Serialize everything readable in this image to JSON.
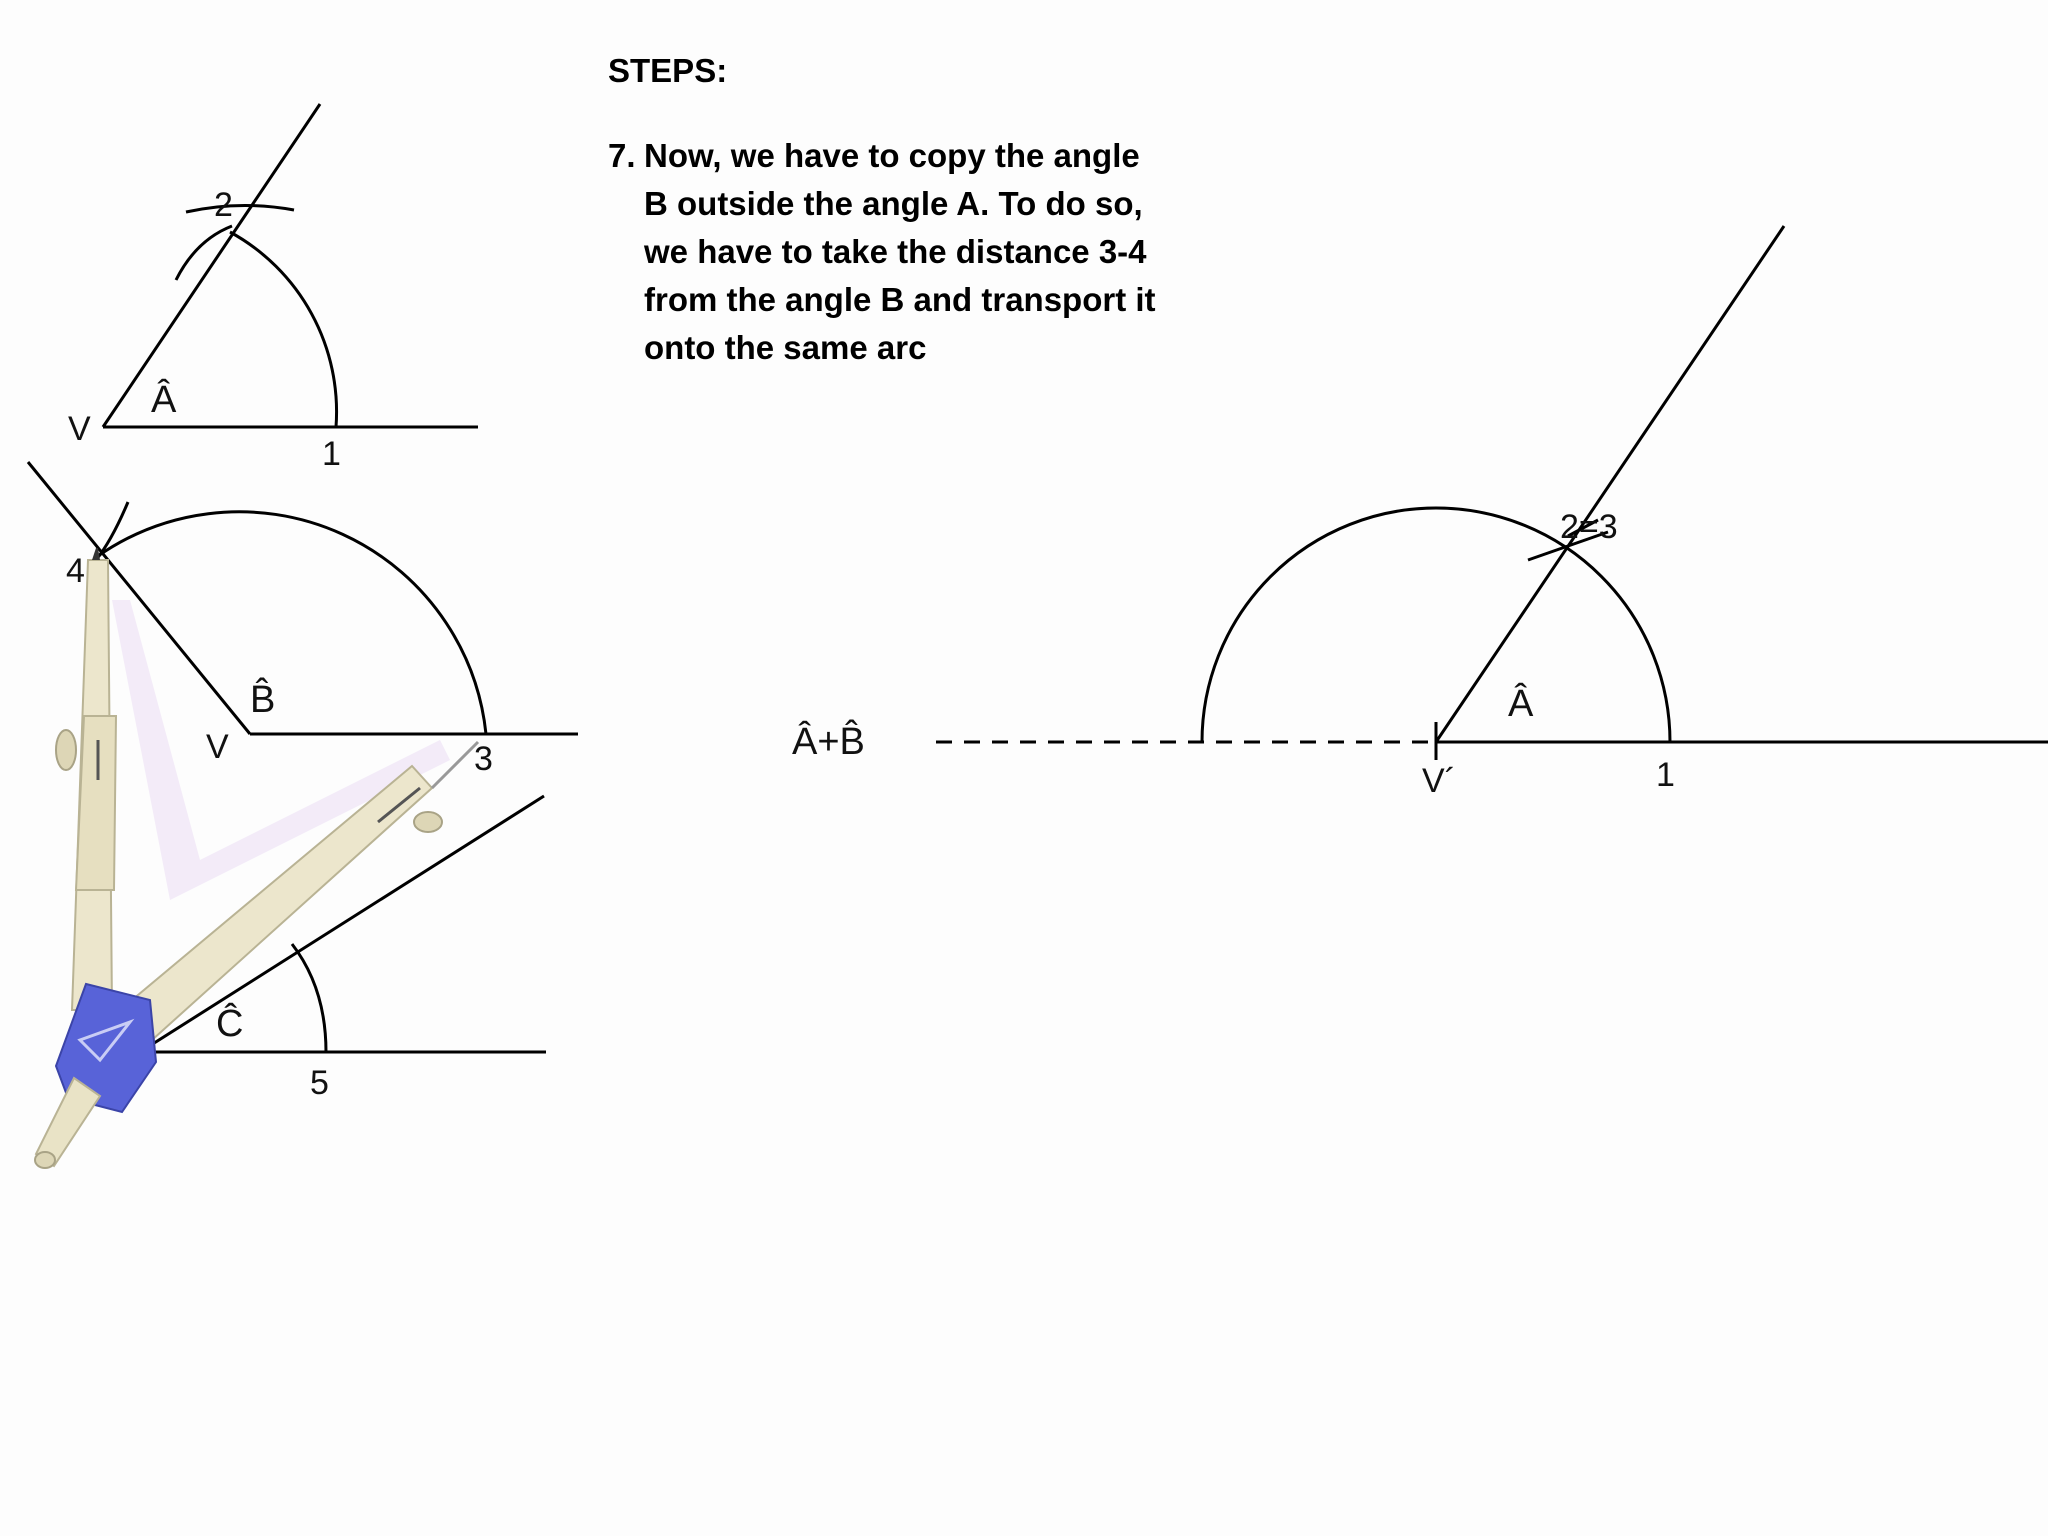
{
  "steps": {
    "title": "STEPS:",
    "number": "7.",
    "text": "Now, we have to copy the angle B outside the angle A. To do so, we have to take the distance 3-4 from the angle B and transport it onto the same arc"
  },
  "figure_angle_a": {
    "vertex": "V",
    "angle": "Â",
    "point_1": "1",
    "point_2": "2"
  },
  "figure_angle_b": {
    "vertex": "V",
    "angle": "B̂",
    "point_3": "3",
    "point_4": "4"
  },
  "figure_angle_c": {
    "angle": "Ĉ",
    "point_5": "5"
  },
  "construction": {
    "sum_label": "Â+B̂",
    "vertex": "V´",
    "angle": "Â",
    "point_1": "1",
    "point_2_3": "2=3"
  }
}
